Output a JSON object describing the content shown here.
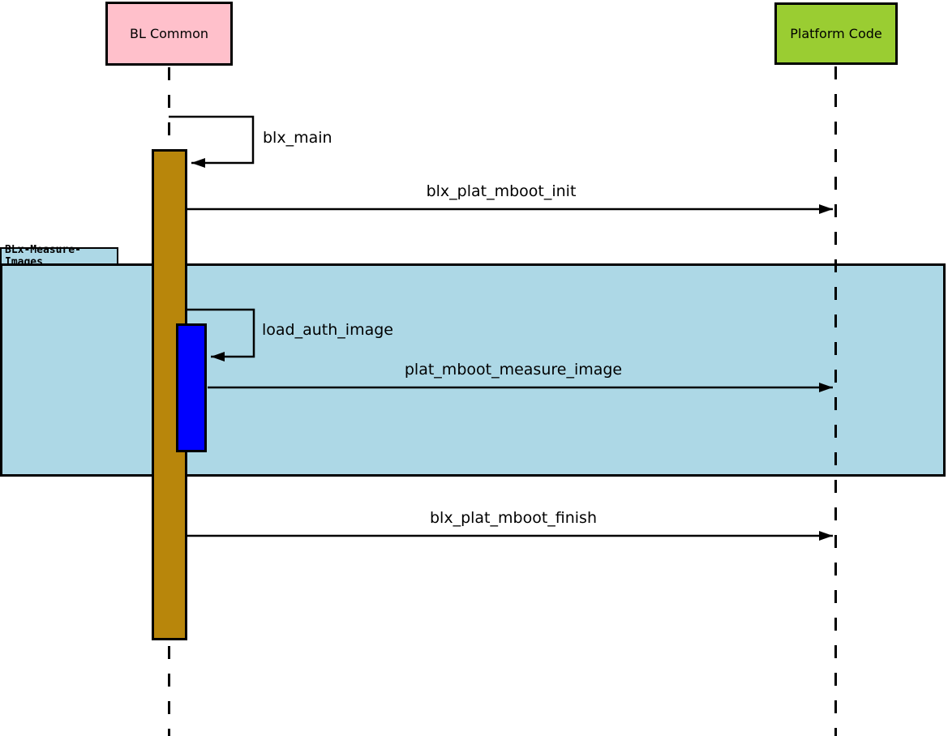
{
  "diagram_type": "uml-sequence",
  "actors": [
    {
      "label": "BL Common",
      "fill": "#FFC0CB"
    },
    {
      "label": "Platform Code",
      "fill": "#9ACD32"
    }
  ],
  "frame": {
    "label": "BLx-Measure-Images",
    "fill": "#ADD8E6"
  },
  "activations": [
    {
      "actor": "BL Common",
      "fill": "#B8860B",
      "nested": false
    },
    {
      "actor": "BL Common",
      "fill": "#0000FF",
      "nested": true
    }
  ],
  "messages": [
    {
      "label": "blx_main",
      "from": "BL Common",
      "to": "BL Common",
      "type": "self"
    },
    {
      "label": "blx_plat_mboot_init",
      "from": "BL Common",
      "to": "Platform Code",
      "type": "call"
    },
    {
      "label": "load_auth_image",
      "from": "BL Common",
      "to": "BL Common",
      "type": "self"
    },
    {
      "label": "plat_mboot_measure_image",
      "from": "BL Common",
      "to": "Platform Code",
      "type": "call"
    },
    {
      "label": "blx_plat_mboot_finish",
      "from": "BL Common",
      "to": "Platform Code",
      "type": "call"
    }
  ],
  "colors": {
    "background": "#FFFFFF",
    "line": "#000000",
    "actor_bl_common": "#FFC0CB",
    "actor_platform_code": "#9ACD32",
    "frame_fill": "#ADD8E6",
    "activation_outer": "#B8860B",
    "activation_nested": "#0000FF"
  }
}
